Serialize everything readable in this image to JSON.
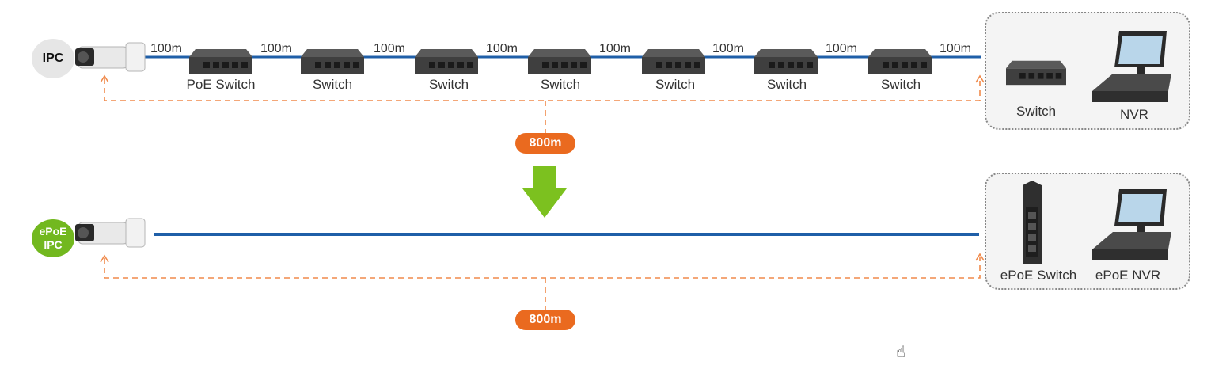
{
  "top_diagram": {
    "camera_badge": "IPC",
    "segments": [
      "100m",
      "100m",
      "100m",
      "100m",
      "100m",
      "100m",
      "100m",
      "100m"
    ],
    "devices": [
      "PoE Switch",
      "Switch",
      "Switch",
      "Switch",
      "Switch",
      "Switch",
      "Switch"
    ],
    "end_devices": [
      "Switch",
      "NVR"
    ],
    "total_distance": "800m"
  },
  "bottom_diagram": {
    "camera_badge_line1": "ePoE",
    "camera_badge_line2": "IPC",
    "end_devices": [
      "ePoE Switch",
      "ePoE NVR"
    ],
    "total_distance": "800m"
  },
  "colors": {
    "cable": "#1f5fa8",
    "dashed_arrow": "#f08a4b",
    "pill": "#ea6a1f",
    "green_arrow": "#7cc11f",
    "epoe_badge": "#72b81f"
  },
  "icons": [
    "camera-icon",
    "switch-icon",
    "nvr-icon",
    "epoe-switch-icon",
    "down-arrow-icon",
    "hand-cursor-icon"
  ]
}
